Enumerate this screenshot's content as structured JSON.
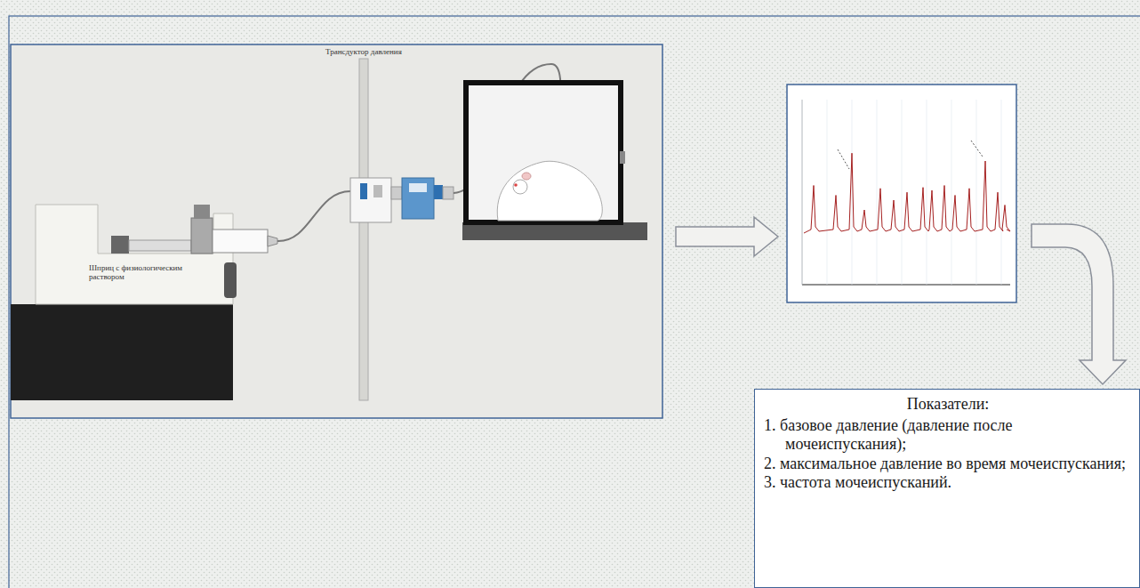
{
  "diagram": {
    "nodes": [
      {
        "text": [
          "Показатели:",
          "1. базовое давление (давление после мочеиспускания);",
          "2. максимальное давление во время мочеиспускания;",
          "3. частота мочеиспусканий."
        ]
      }
    ],
    "labels": [
      "Трансдуктор давления",
      "Шприц с физиологическим раствором"
    ]
  }
}
